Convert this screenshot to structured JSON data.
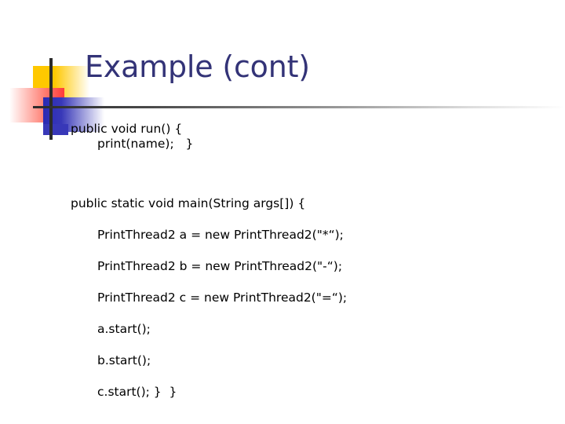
{
  "slide": {
    "title": "Example (cont)",
    "title_color": "#333377",
    "body_text_color": "#000000",
    "background_color": "#ffffff"
  },
  "logo": {
    "yellow_color": "#FFC800",
    "red_color": "#FF3A3A",
    "blue_color": "#3838B8",
    "rule_color": "#2B2B2B"
  },
  "code": {
    "lines": [
      {
        "text": "public void run() {",
        "indent": 0
      },
      {
        "text": "print(name);   }",
        "indent": 1
      },
      {
        "text": "public static void main(String args[]) {",
        "indent": 0
      },
      {
        "text": "PrintThread2 a = new PrintThread2(\"*“);",
        "indent": 1
      },
      {
        "text": "PrintThread2 b = new PrintThread2(\"-“);",
        "indent": 1
      },
      {
        "text": "PrintThread2 c = new PrintThread2(\"=“);",
        "indent": 1
      },
      {
        "text": "a.start();",
        "indent": 1
      },
      {
        "text": "b.start();",
        "indent": 1
      },
      {
        "text": "c.start(); }  }",
        "indent": 1
      }
    ]
  }
}
